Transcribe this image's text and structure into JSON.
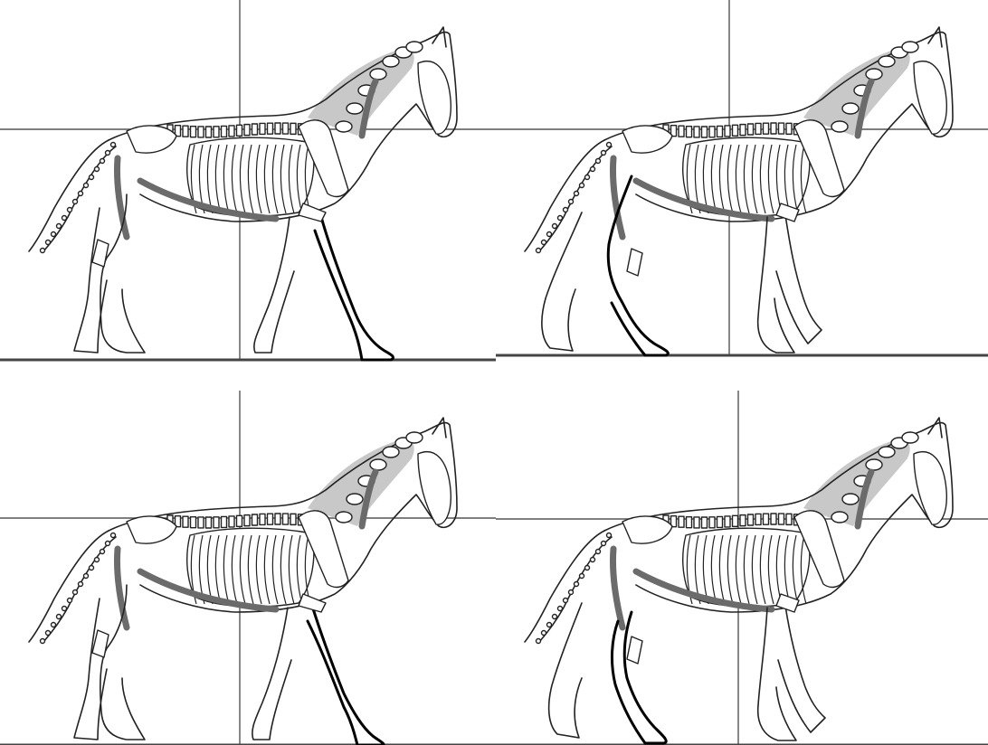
{
  "figure": {
    "panels": [
      {
        "id": "stride-phase-1",
        "highlighted_limb": "right-fore",
        "hind_pose": "rear-planted",
        "fore_pose": "forward-reach"
      },
      {
        "id": "stride-phase-2",
        "highlighted_limb": "left-hind",
        "hind_pose": "hind-advancing",
        "fore_pose": "fore-lifted"
      },
      {
        "id": "stride-phase-3",
        "highlighted_limb": "right-fore",
        "hind_pose": "rear-planted",
        "fore_pose": "forward-reach"
      },
      {
        "id": "stride-phase-4",
        "highlighted_limb": "left-hind",
        "hind_pose": "hind-advancing",
        "fore_pose": "fore-lifted"
      }
    ],
    "colors": {
      "outline": "#222222",
      "highlight_limb": "#000000",
      "muscle": "#6b6b6b",
      "neck_shading": "#c8c8c8",
      "reference_lines": "#555555",
      "background": "#ffffff"
    }
  }
}
